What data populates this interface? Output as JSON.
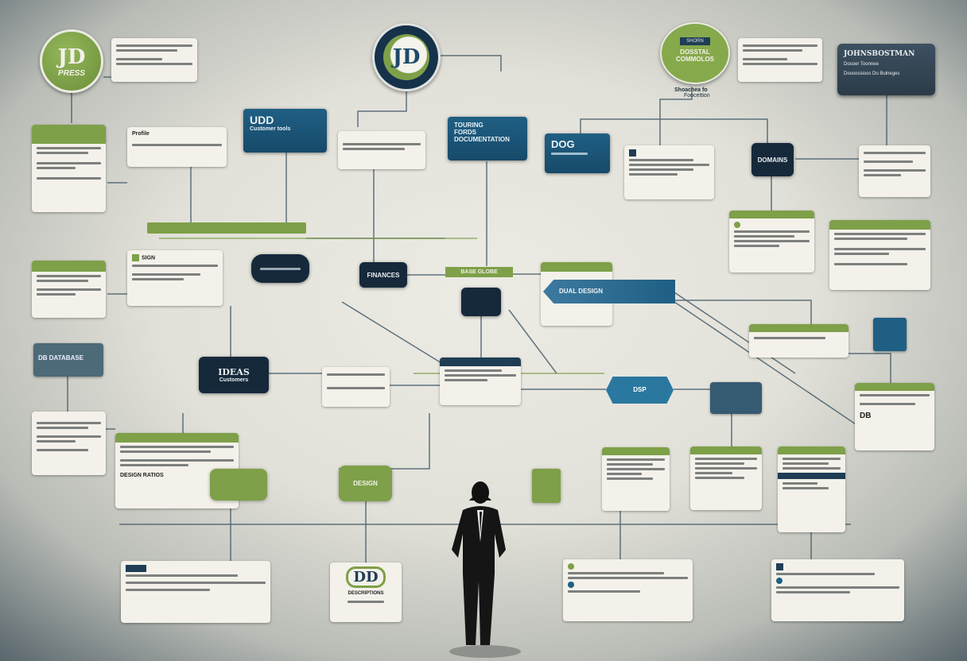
{
  "logos": {
    "left": {
      "mark": "JD",
      "sub": "PRESS"
    },
    "center": {
      "mark": "JD"
    },
    "bottom": {
      "mark": "DD",
      "sub": "DESCRIPTIONS"
    }
  },
  "top_right_circle": {
    "tab": "SHORN",
    "title": "DOSSTAL COMMOLOS",
    "caption": "Shoachea fo",
    "sub": "Foocettion"
  },
  "dark_panel": {
    "title": "JOHNSBOSTMAN",
    "line": "Dosoer Toonnee",
    "line2": "Doosossioos  Do Bulneges"
  },
  "nodes": {
    "udd": {
      "title": "UDD",
      "sub": "Customer tools"
    },
    "touring": {
      "l1": "TOURING",
      "l2": "FORDS",
      "l3": "DOCUMENTATION"
    },
    "dog": {
      "title": "DOG"
    },
    "domains": "DOMAINS",
    "profile": "Profile",
    "finances": "FINANCES",
    "sign": "SIGN",
    "base": "BASE GLOBE",
    "dual": "DUAL DESIGN",
    "ideas": {
      "title": "IDEAS",
      "sub": "Customers"
    },
    "ratios": "DESIGN RATIOS",
    "db": "DB DATABASE",
    "dsp": "DSP",
    "design": "DESIGN",
    "db2": "DB"
  },
  "colors": {
    "green": "#7ea048",
    "navy": "#16293b",
    "blue": "#1f5f84",
    "paper": "#f3f1ea"
  }
}
